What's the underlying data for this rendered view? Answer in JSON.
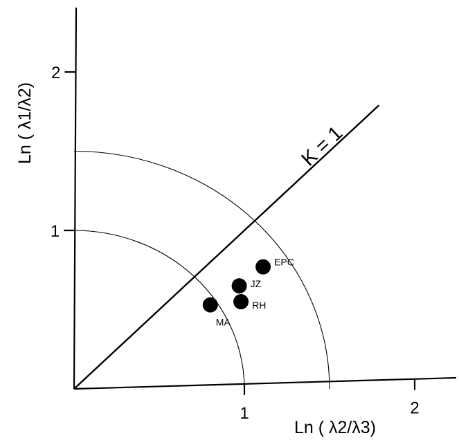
{
  "chart_data": {
    "type": "scatter",
    "title": "",
    "xlabel": "Ln ( λ2/λ3)",
    "ylabel": "Ln ( λ1/λ2)",
    "xlim": [
      0,
      2.3
    ],
    "ylim": [
      0,
      2.35
    ],
    "xticks": [
      {
        "value": 1,
        "label": "1"
      },
      {
        "value": 2,
        "label": "2"
      }
    ],
    "yticks": [
      {
        "value": 1,
        "label": "1"
      },
      {
        "value": 2,
        "label": "2"
      }
    ],
    "arcs": [
      {
        "radius": 1.0
      },
      {
        "radius": 1.5
      }
    ],
    "reference_line": {
      "label": "K = 1",
      "x": [
        0,
        1.79
      ],
      "y": [
        0,
        1.79
      ]
    },
    "points": [
      {
        "label": "EPC",
        "x": 1.11,
        "y": 0.77
      },
      {
        "label": "JZ",
        "x": 0.97,
        "y": 0.65
      },
      {
        "label": "RH",
        "x": 0.98,
        "y": 0.55
      },
      {
        "label": "MA",
        "x": 0.8,
        "y": 0.53
      }
    ],
    "grid": false,
    "legend": "none"
  }
}
